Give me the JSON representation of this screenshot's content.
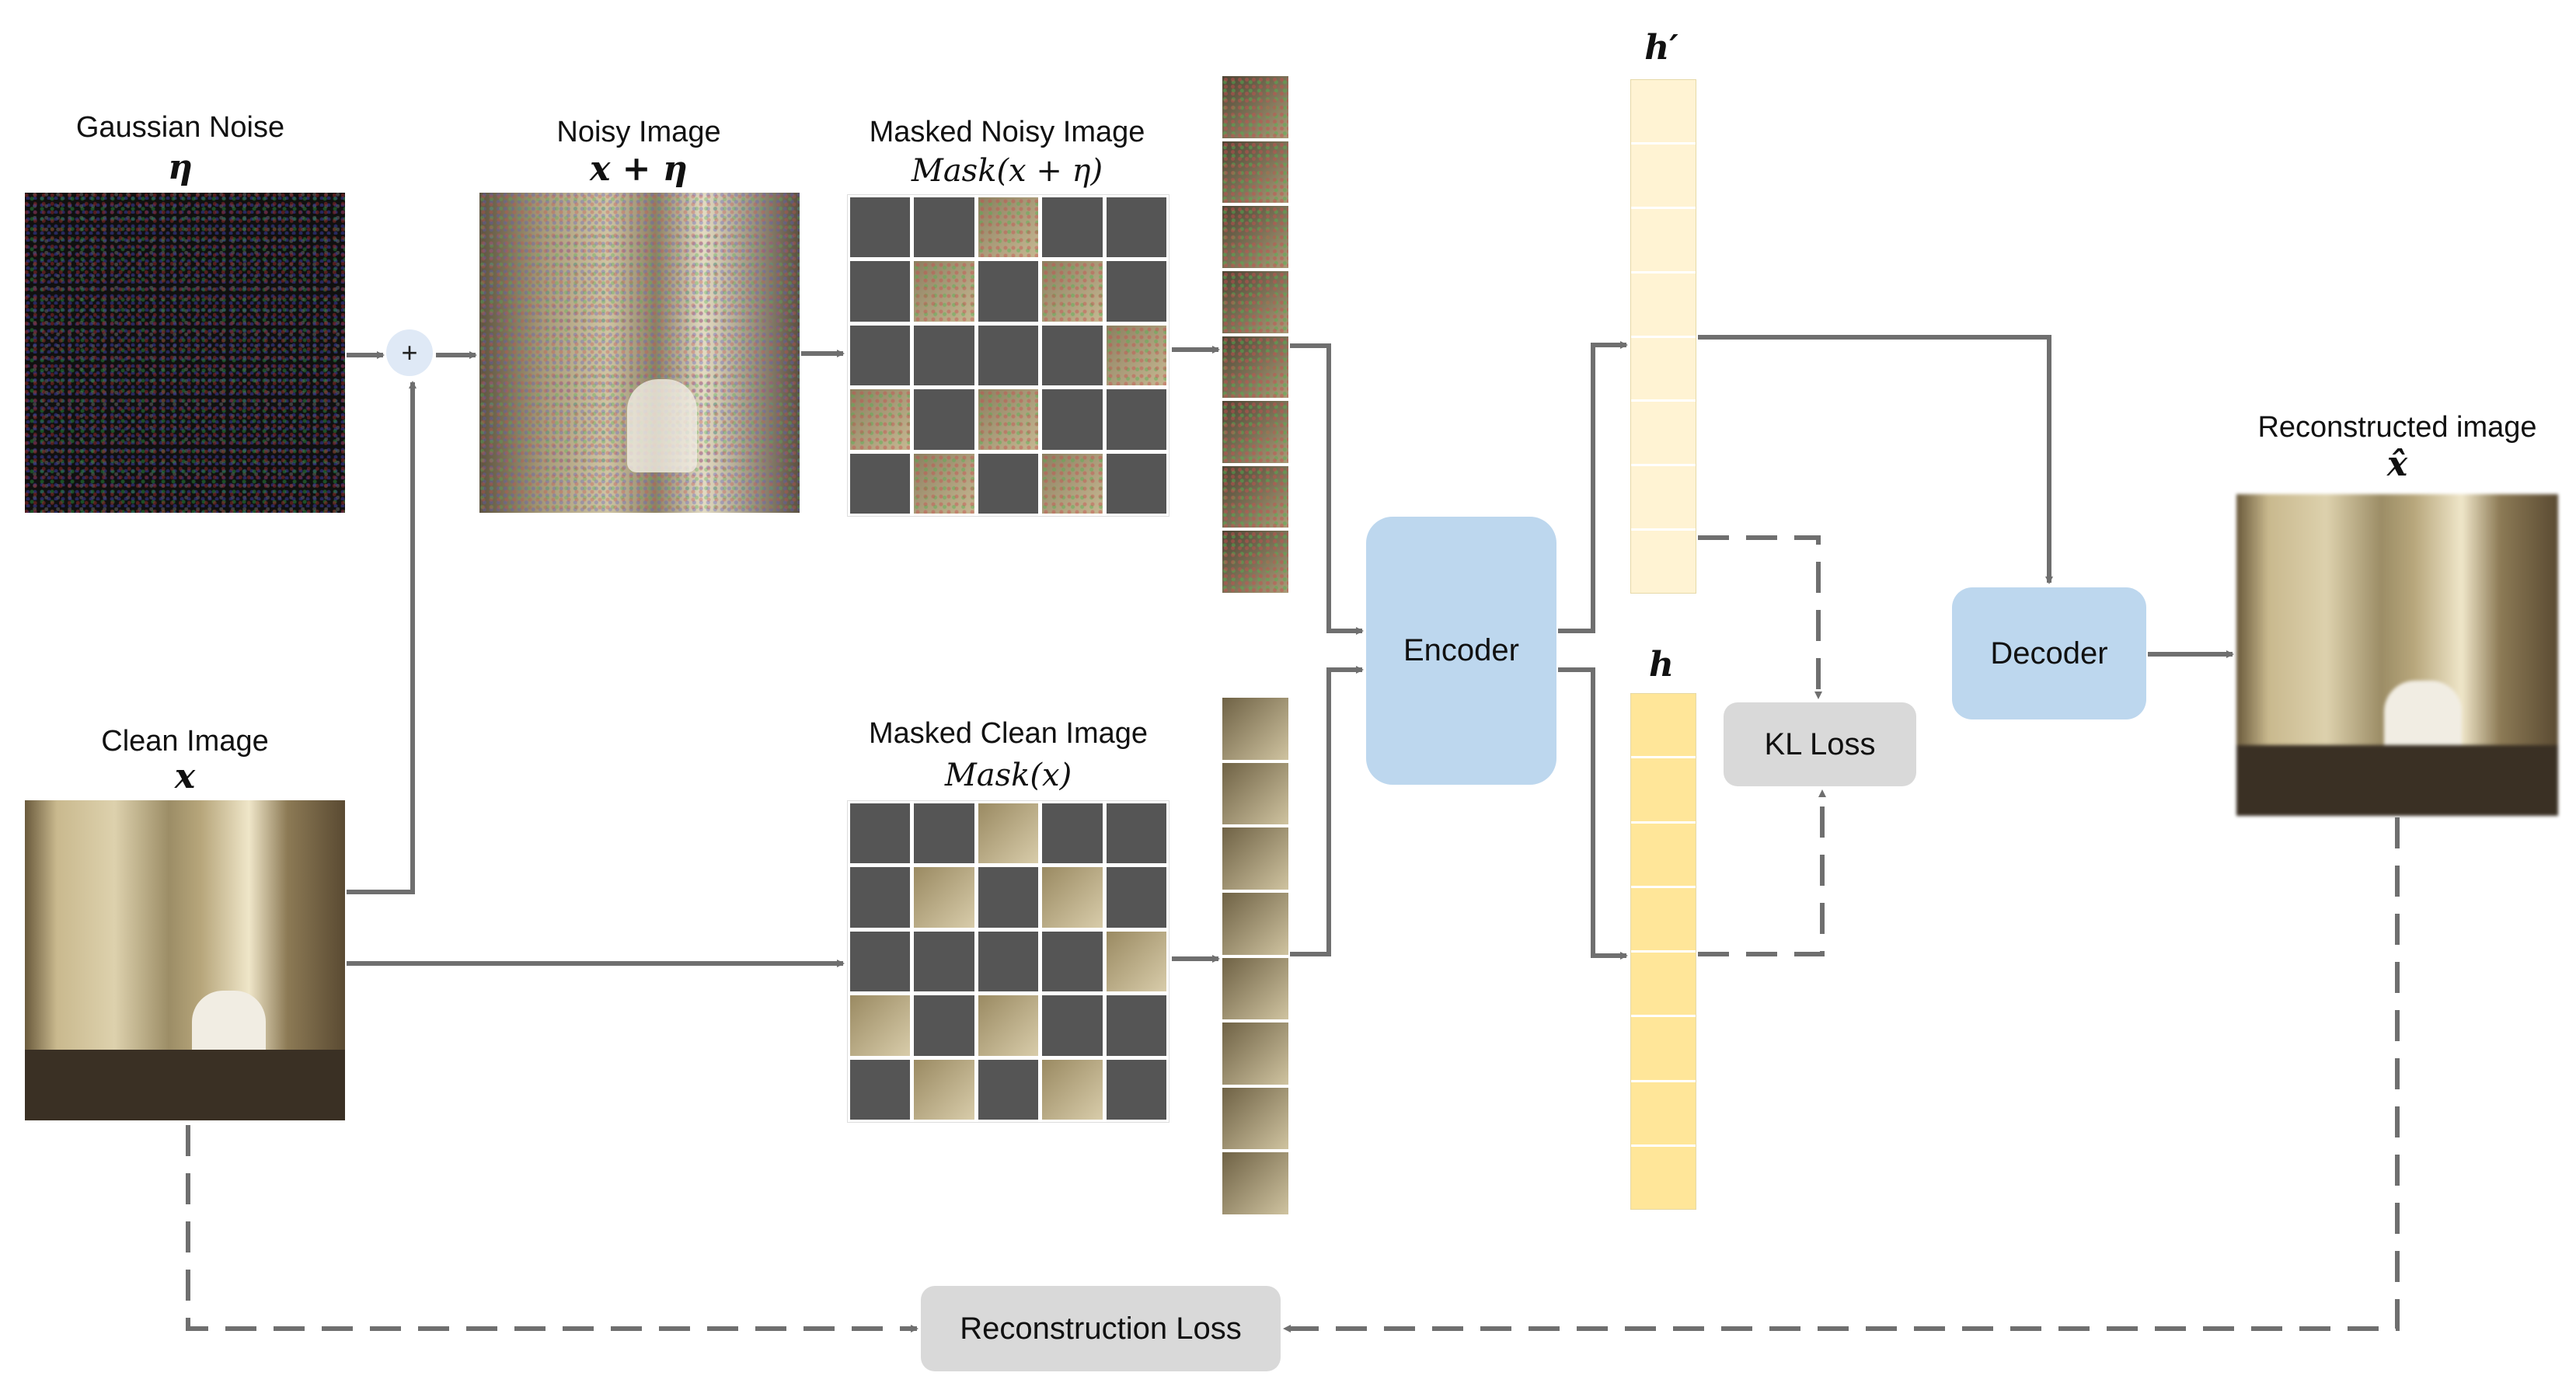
{
  "noise": {
    "label": "Gaussian Noise",
    "symbol": "η"
  },
  "noisy": {
    "label": "Noisy Image",
    "symbol": "x + η"
  },
  "masked_noisy": {
    "label": "Masked Noisy Image",
    "symbol": "Mask(x + η)"
  },
  "clean": {
    "label": "Clean Image",
    "symbol": "x"
  },
  "masked_clean": {
    "label": "Masked Clean Image",
    "symbol": "Mask(x)"
  },
  "plus_sign": "+",
  "encoder": "Encoder",
  "decoder": "Decoder",
  "kl_loss": "KL Loss",
  "recon_loss": "Reconstruction Loss",
  "h_prime": "h′",
  "h": "h",
  "reconstructed": {
    "label": "Reconstructed image",
    "symbol": "x̂"
  },
  "colors": {
    "block_blue": "#bdd7ee",
    "block_grey": "#d9d9d9",
    "vector_light": "#fff3d3",
    "vector_dark": "#ffe699",
    "arrow": "#6f6f6f",
    "mask_patch": "#555555"
  }
}
